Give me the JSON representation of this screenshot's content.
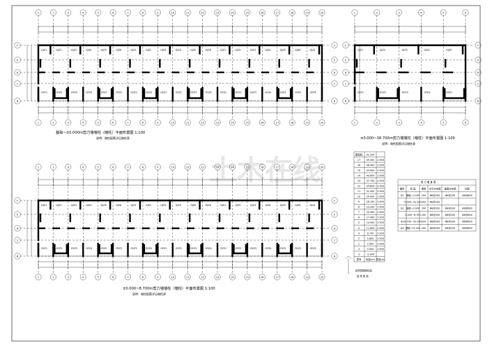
{
  "drawing": {
    "plans": [
      {
        "id": "plan-a",
        "caption": "基础~±0.000m剪力墙墙柱（暗柱）平面布置图 1:100",
        "note": "说明：暗柱配筋详见暗柱表",
        "grid_top": [
          "1",
          "2",
          "3",
          "4",
          "5",
          "6",
          "7",
          "8",
          "9",
          "10",
          "11",
          "12",
          "13",
          "14",
          "15",
          "16",
          "17",
          "18",
          "19",
          "20"
        ],
        "grid_left": [
          "G",
          "F",
          "E",
          "D",
          "C",
          "B"
        ]
      },
      {
        "id": "plan-b",
        "caption": "±0.000~38.700m剪力墙墙柱（暗柱）平面布置图 1:100",
        "note": "说明：暗柱配筋详见暗柱表",
        "grid_top": [
          "1",
          "2",
          "3",
          "4",
          "5",
          "6"
        ],
        "grid_left": [
          "G",
          "F",
          "E",
          "D",
          "C",
          "B"
        ]
      },
      {
        "id": "plan-c",
        "caption": "±0.000~8.700m剪力墙墙柱（暗柱）平面布置图 1:100",
        "note": "说明：暗柱配筋详见暗柱表",
        "grid_top": [
          "1",
          "2",
          "3",
          "4",
          "5",
          "6",
          "7",
          "8",
          "9",
          "10",
          "11",
          "12",
          "13",
          "14",
          "15",
          "16",
          "17",
          "18",
          "19",
          "20"
        ],
        "grid_left": [
          "G",
          "F",
          "E",
          "D",
          "C",
          "B"
        ]
      }
    ],
    "floor_table": {
      "header": [
        "屋面层",
        "52.200",
        ""
      ],
      "rows": [
        [
          "17",
          "49.300",
          "2.900"
        ],
        [
          "16",
          "46.400",
          "2.900"
        ],
        [
          "15",
          "43.500",
          "2.900"
        ],
        [
          "14",
          "40.600",
          "2.900"
        ],
        [
          "13",
          "37.700",
          "2.900"
        ],
        [
          "12",
          "34.800",
          "2.900"
        ],
        [
          "11",
          "31.900",
          "2.900"
        ],
        [
          "10",
          "29.000",
          "2.900"
        ],
        [
          "9",
          "26.100",
          "2.900"
        ],
        [
          "8",
          "23.200",
          "2.900"
        ],
        [
          "7",
          "20.300",
          "2.900"
        ],
        [
          "6",
          "17.400",
          "2.900"
        ],
        [
          "5",
          "14.500",
          "2.900"
        ],
        [
          "4",
          "11.600",
          "2.900"
        ],
        [
          "3",
          "8.700",
          "2.900"
        ],
        [
          "2",
          "5.800",
          "2.900"
        ],
        [
          "1",
          "2.900",
          "2.900"
        ],
        [
          "-1",
          "0.000",
          "2.900"
        ],
        [
          "-2",
          "-2.900",
          ""
        ]
      ],
      "footer": [
        "层号",
        "标高(m)",
        "层高(m)"
      ],
      "caption_1": "结构层楼面标高",
      "caption_2": "结 构 层 高"
    },
    "wall_table": {
      "title": "剪 力 墙 身 表",
      "headers": [
        "编号",
        "标 高",
        "墙厚",
        "水平分布筋",
        "垂直分布筋",
        "拉筋"
      ],
      "rows": [
        [
          "Q1",
          "基础~0.000",
          "200",
          "Φ8@200",
          "Φ8@200",
          "Φ6@600"
        ],
        [
          "",
          "0.000~52.200",
          "200",
          "Φ8@200",
          "",
          ""
        ],
        [
          "Q2",
          "基础~0.000",
          "200",
          "Φ8@200",
          "Φ8@200",
          "Φ6@600"
        ],
        [
          "",
          "0.000~8.700",
          "200",
          "Φ8@200",
          "Φ8@200",
          "Φ6@600"
        ],
        [
          "Q3",
          "8.700~52.200",
          "200",
          "Φ8@200",
          "Φ8@200",
          "Φ6@600"
        ],
        [
          "Q4",
          "基础~52.200",
          "200",
          "Φ8@200",
          "Φ8@200",
          "Φ6@600"
        ]
      ]
    },
    "watermark": "土木在线"
  }
}
